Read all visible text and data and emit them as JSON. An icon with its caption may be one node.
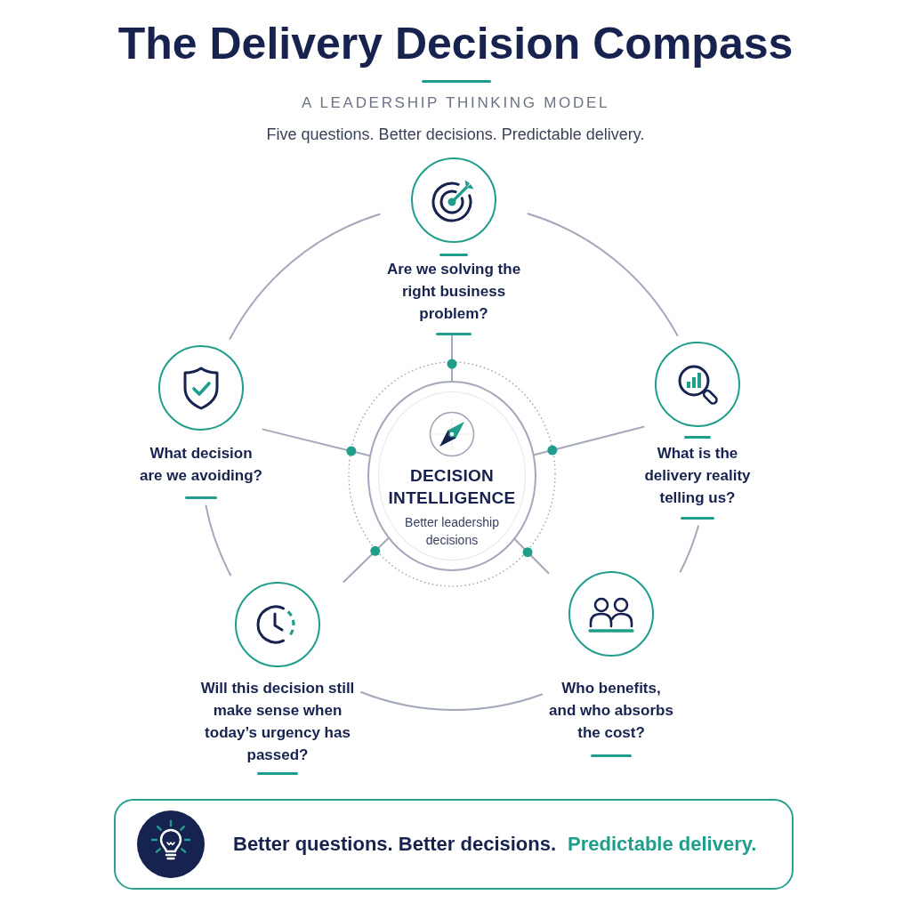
{
  "diagram": {
    "title": "The Delivery Decision Compass",
    "nodes": [
      {
        "text": [
          "Are we solving the right business problem?"
        ]
      },
      {
        "text": [
          "What decision are we avoiding?"
        ]
      },
      {
        "text": [
          "DECISION INTELLIGENCE",
          "Better leadership decisions"
        ]
      },
      {
        "text": [
          "What is the delivery reality telling us?"
        ]
      },
      {
        "text": [
          "Will this decision still make sense when today’s urgency has passed?"
        ]
      },
      {
        "text": [
          "Who benefits, and who absorbs the cost?"
        ]
      },
      {
        "text": [
          "Better questions. Better decisions.",
          "Predictable delivery."
        ]
      }
    ],
    "edges": [
      {
        "from": 2,
        "to": 0,
        "arrow": "none"
      },
      {
        "from": 2,
        "to": 1,
        "arrow": "none"
      },
      {
        "from": 2,
        "to": 3,
        "arrow": "none"
      },
      {
        "from": 2,
        "to": 4,
        "arrow": "none"
      },
      {
        "from": 2,
        "to": 5,
        "arrow": "none"
      },
      {
        "from": 0,
        "to": 3,
        "arrow": "none"
      },
      {
        "from": 3,
        "to": 5,
        "arrow": "none"
      },
      {
        "from": 5,
        "to": 4,
        "arrow": "none"
      },
      {
        "from": 4,
        "to": 1,
        "arrow": "none"
      },
      {
        "from": 1,
        "to": 0,
        "arrow": "none"
      }
    ],
    "labels": [
      "A LEADERSHIP THINKING MODEL",
      "Five questions. Better decisions. Predictable delivery."
    ]
  }
}
